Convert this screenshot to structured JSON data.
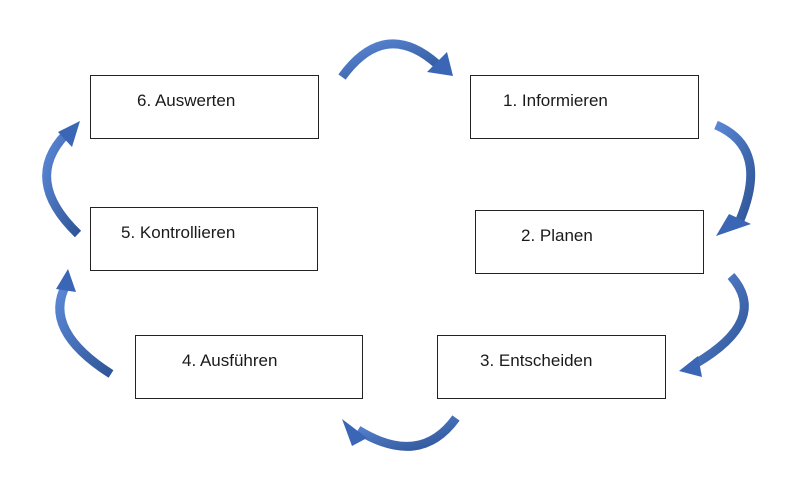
{
  "diagram": {
    "steps": [
      {
        "label": "1. Informieren"
      },
      {
        "label": "2. Planen"
      },
      {
        "label": "3. Entscheiden"
      },
      {
        "label": "4. Ausführen"
      },
      {
        "label": "5. Kontrollieren"
      },
      {
        "label": "6. Auswerten"
      }
    ],
    "arrow_color": "#4472C4",
    "arrow_dark_color": "#2F5597"
  }
}
